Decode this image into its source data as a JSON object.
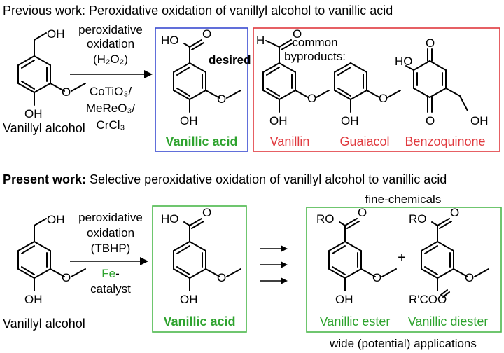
{
  "previous": {
    "header_label": "Previous work:",
    "header_text": "Peroxidative oxidation of vanillyl alcohol to vanillic acid",
    "start_label": "Vanillyl alcohol",
    "conditions": [
      "peroxidative",
      "oxidation",
      "(H₂O₂)",
      "CoTiO₃/",
      "MeReO₃/",
      "CrCl₃"
    ],
    "product_label": "Vanillic acid",
    "desired_label": "desired",
    "byproducts_title": [
      "common",
      "byproducts:"
    ],
    "byproducts": [
      "Vanillin",
      "Guaiacol",
      "Benzoquinone"
    ]
  },
  "present": {
    "header_label": "Present work:",
    "header_text": "Selective peroxidative oxidation of vanillyl alcohol to vanillic acid",
    "start_label": "Vanillyl alcohol",
    "conditions": [
      "peroxidative",
      "oxidation",
      "(TBHP)"
    ],
    "catalyst_fe": "Fe",
    "catalyst_rest": "-",
    "catalyst_line2": "catalyst",
    "product_label": "Vanillic acid",
    "fine_chemicals_label": "fine-chemicals",
    "derivatives": [
      "Vanillic ester",
      "Vanillic diester"
    ],
    "plus": "+",
    "footer": "wide (potential) applications"
  },
  "atoms": {
    "OH": "OH",
    "HO": "HO",
    "O": "O",
    "H": "H",
    "RO": "RO",
    "RCOO": "R'COO"
  },
  "colors": {
    "blue_box": "#3a4bd0",
    "red_box": "#e0393e",
    "green_box": "#4bb84b",
    "green_text": "#2ea32e",
    "red_text": "#e0393e"
  }
}
